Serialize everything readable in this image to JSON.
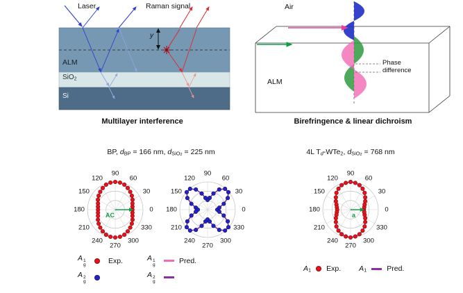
{
  "top_left": {
    "label_laser": "Laser",
    "label_raman": "Raman signal",
    "label_y": "y",
    "label_alm": "ALM",
    "label_sio2": [
      {
        "text": "SiO"
      },
      {
        "text": "2",
        "style": "sub"
      }
    ],
    "label_si": "Si",
    "caption": "Multilayer interference"
  },
  "top_right": {
    "label_air": "Air",
    "label_alm": "ALM",
    "phase_line1": "Phase",
    "phase_line2": "difference",
    "caption": "Birefringence & linear dichroism"
  },
  "bottom": {
    "title_bp": [
      {
        "text": "BP, "
      },
      {
        "text": "d",
        "style": "i"
      },
      {
        "text": "BP",
        "style": "sub"
      },
      {
        "text": " = 166 nm, "
      },
      {
        "text": "d",
        "style": "i"
      },
      {
        "text": "SiO",
        "style": "sub"
      },
      {
        "text": "2",
        "style": "subsub"
      },
      {
        "text": " = 225 nm"
      }
    ],
    "title_wte2": [
      {
        "text": "4L T"
      },
      {
        "text": "d",
        "style": "sub-i"
      },
      {
        "text": "-WTe"
      },
      {
        "text": "2",
        "style": "sub"
      },
      {
        "text": ", "
      },
      {
        "text": "d",
        "style": "i"
      },
      {
        "text": "SiO",
        "style": "sub"
      },
      {
        "text": "2",
        "style": "subsub"
      },
      {
        "text": " = 768 nm"
      }
    ]
  },
  "chart_data": [
    {
      "type": "polar",
      "name": "BP Ag1 angular Raman intensity",
      "grid_circles": 3,
      "angle_labels": [
        0,
        30,
        60,
        90,
        120,
        150,
        180,
        210,
        240,
        270,
        300,
        330
      ],
      "angle_step_deg": 10,
      "exp": [
        0.62,
        0.63,
        0.66,
        0.72,
        0.78,
        0.84,
        0.9,
        0.96,
        0.99,
        1.0,
        0.99,
        0.96,
        0.9,
        0.84,
        0.78,
        0.72,
        0.66,
        0.63,
        0.62,
        0.63,
        0.66,
        0.72,
        0.78,
        0.84,
        0.9,
        0.96,
        0.99,
        1.0,
        0.99,
        0.96,
        0.9,
        0.84,
        0.78,
        0.72,
        0.66,
        0.63
      ],
      "exp_color": "#e81219",
      "exp_stroke": "#8f0d12",
      "pred_color": "#f06ab8",
      "annotation": {
        "text": "AC",
        "angle_deg": 0,
        "len": 26,
        "text_dx": -14,
        "text_dy": 11,
        "color": "#0f9d45"
      }
    },
    {
      "type": "polar",
      "name": "BP Ag2 angular Raman intensity",
      "grid_circles": 3,
      "angle_labels": [
        0,
        30,
        60,
        90,
        120,
        150,
        180,
        210,
        240,
        270,
        300,
        330
      ],
      "angle_step_deg": 10,
      "exp": [
        0.35,
        0.43,
        0.62,
        0.84,
        0.98,
        0.98,
        0.84,
        0.62,
        0.43,
        0.35,
        0.43,
        0.62,
        0.84,
        0.98,
        0.98,
        0.84,
        0.62,
        0.43,
        0.35,
        0.43,
        0.62,
        0.84,
        0.98,
        0.98,
        0.84,
        0.62,
        0.43,
        0.35,
        0.43,
        0.62,
        0.84,
        0.98,
        0.98,
        0.84,
        0.62,
        0.43
      ],
      "exp_color": "#2323cc",
      "exp_stroke": "#12126e",
      "pred_color": "#8b2fa0"
    },
    {
      "type": "polar",
      "name": "4L Td-WTe2 A1 angular Raman intensity",
      "grid_circles": 3,
      "angle_labels": [
        0,
        30,
        60,
        90,
        120,
        150,
        180,
        210,
        240,
        270,
        300,
        330
      ],
      "angle_step_deg": 10,
      "exp": [
        0.48,
        0.5,
        0.54,
        0.61,
        0.69,
        0.79,
        0.87,
        0.94,
        0.98,
        1.0,
        0.98,
        0.94,
        0.87,
        0.79,
        0.69,
        0.61,
        0.54,
        0.5,
        0.48,
        0.5,
        0.54,
        0.61,
        0.69,
        0.79,
        0.87,
        0.94,
        0.98,
        1.0,
        0.98,
        0.94,
        0.87,
        0.79,
        0.69,
        0.61,
        0.54,
        0.5
      ],
      "exp_color": "#e81219",
      "exp_stroke": "#8f0d12",
      "pred_color": "#8b2fa0",
      "annotation": {
        "text": "a",
        "angle_deg": 0,
        "len": 20,
        "text_dx": 2,
        "text_dy": 11,
        "color": "#0f9d45"
      }
    }
  ],
  "legends": {
    "bp": {
      "rows": [
        {
          "label1": {
            "style": "stack",
            "base": "A",
            "sup": "1",
            "sub": "g"
          },
          "marker1_color": "#e81219",
          "exp": "Exp.",
          "label2": {
            "style": "stack",
            "base": "A",
            "sup": "1",
            "sub": "g"
          },
          "marker2_color": "#f06ab8",
          "pred": "Pred."
        },
        {
          "label1": {
            "style": "stack",
            "base": "A",
            "sup": "2",
            "sub": "g"
          },
          "marker1_color": "#2323cc",
          "label2": {
            "style": "stack",
            "base": "A",
            "sup": "2",
            "sub": "g"
          },
          "marker2_color": "#8b2fa0"
        }
      ]
    },
    "wte2": {
      "label1": [
        {
          "text": "A",
          "style": "i"
        },
        {
          "text": "1",
          "style": "sub"
        }
      ],
      "marker1_color": "#e81219",
      "exp": "Exp.",
      "label2": [
        {
          "text": "A",
          "style": "i"
        },
        {
          "text": "1",
          "style": "sub"
        }
      ],
      "marker2_color": "#8b2fa0",
      "pred": "Pred."
    }
  },
  "colors": {
    "alm_layer": "#7798b3",
    "sio2_layer": "#d9e6e7",
    "si_layer": "#4e6c87",
    "laser_blue": "#2b3fd0",
    "raman_red": "#e02828",
    "wave_blue": "#2433c8",
    "wave_pink": "#f06ab4",
    "wave_green": "#2f9a3f",
    "polarization_pink": "#e83e9c",
    "axis_green": "#0f9d45"
  }
}
